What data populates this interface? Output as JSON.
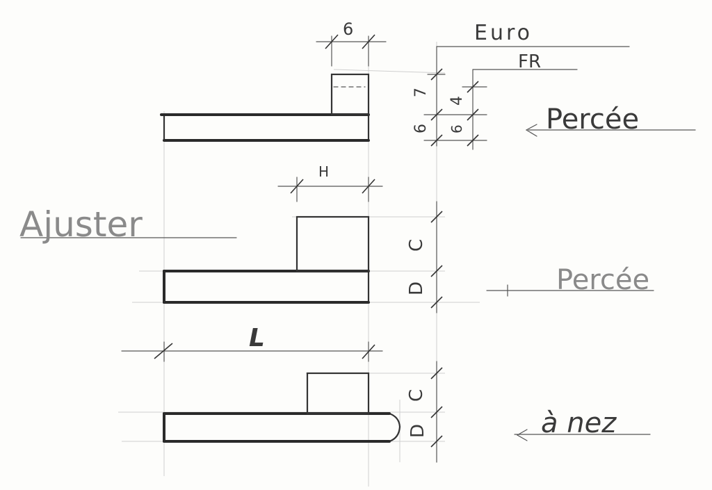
{
  "labels": {
    "euro": "Euro",
    "fr": "FR",
    "dim_top_width": "6",
    "dim_seven": "7",
    "dim_four": "4",
    "dim_six_left": "6",
    "dim_six_right": "6",
    "percee_top": "Percée",
    "width_h": "H",
    "ajuster": "Ajuster",
    "dim_c_mid": "C",
    "dim_d_mid": "D",
    "percee_mid": "Percée",
    "length_l": "L",
    "dim_c_bottom": "C",
    "dim_d_bottom": "D",
    "a_nez": "à nez"
  },
  "colors": {
    "ink": "#2e2e2e",
    "pencil_light": "#8a8a8a",
    "guide": "#cfcfcf",
    "paper": "#fdfdfb"
  }
}
